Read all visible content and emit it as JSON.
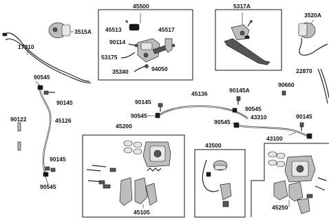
{
  "labels": {
    "l45500": "45500",
    "l5317A": "5317A",
    "l3520A": "3520A",
    "l3515A": "3515A",
    "l17910": "17910",
    "l45513": "45513",
    "l45517": "45517",
    "l90114": "90114",
    "l53175": "53175",
    "l35340": "35340",
    "l94050": "94050",
    "l22870": "22870",
    "l90545a": "90545",
    "l90145a": "90145",
    "l90122": "90122",
    "l45126": "45126",
    "l90145b": "90145",
    "l90545b": "90545",
    "l90145c": "90145",
    "l90545c": "90545",
    "l45136": "45136",
    "l90145A": "90145A",
    "l90660": "90660",
    "l90545d": "90545",
    "l90545e": "90545",
    "l43310": "43310",
    "l90145d": "90145",
    "l43100": "43100",
    "l45200": "45200",
    "l45105": "45105",
    "l43500": "43500",
    "l45250": "45250"
  },
  "colors": {
    "line": "#111111",
    "background": "#ffffff"
  }
}
